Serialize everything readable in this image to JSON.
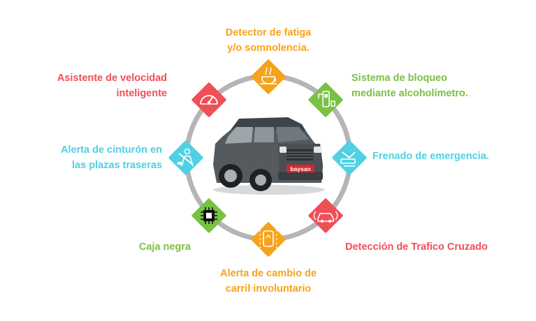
{
  "colors": {
    "orange": "#f7a21b",
    "green": "#7ac143",
    "cyan": "#4fd1e3",
    "red": "#ef4f57",
    "ring": "#b5b5b5",
    "car_body": "#555a5e",
    "plate": "#d8262e"
  },
  "car": {
    "brand_plate": "baysan"
  },
  "features": [
    {
      "id": "fatigue",
      "lines": [
        "Detector de fatiga",
        "y/o somnolencia."
      ],
      "color": "orange",
      "icon": "steaming-cup-icon"
    },
    {
      "id": "alcohol",
      "lines": [
        "Sistema de bloqueo",
        "mediante alcoholímetro."
      ],
      "color": "green",
      "icon": "breathalyzer-icon"
    },
    {
      "id": "braking",
      "lines": [
        "Frenado de emergencia."
      ],
      "color": "cyan",
      "icon": "brake-pedal-icon"
    },
    {
      "id": "cross_traffic",
      "lines": [
        "Detección de Trafico Cruzado"
      ],
      "color": "red",
      "icon": "car-radar-icon"
    },
    {
      "id": "lane",
      "lines": [
        "Alerta de cambio de",
        "carril involuntario"
      ],
      "color": "orange",
      "icon": "lane-change-icon"
    },
    {
      "id": "blackbox",
      "lines": [
        "Caja negra"
      ],
      "color": "green",
      "icon": "chip-icon"
    },
    {
      "id": "seatbelt",
      "lines": [
        "Alerta de cinturón en",
        "las plazas traseras"
      ],
      "color": "cyan",
      "icon": "seatbelt-icon"
    },
    {
      "id": "speed",
      "lines": [
        "Asistente de velocidad",
        "inteligente"
      ],
      "color": "red",
      "icon": "speedometer-icon"
    }
  ]
}
